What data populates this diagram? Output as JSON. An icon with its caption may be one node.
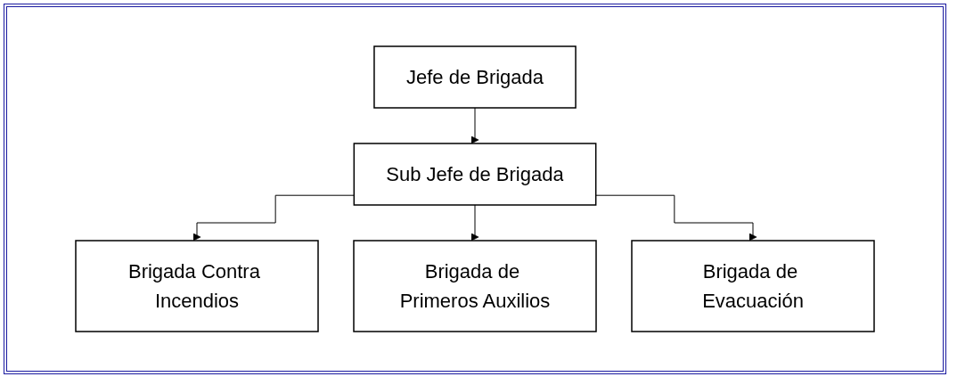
{
  "diagram": {
    "nodes": [
      {
        "text": [
          "Jefe de Brigada"
        ]
      },
      {
        "text": [
          "Sub Jefe de Brigada"
        ]
      },
      {
        "text": [
          "Brigada Contra Incendios"
        ]
      },
      {
        "text": [
          "Brigada de Primeros Auxilios"
        ]
      },
      {
        "text": [
          "Brigada de Evacuación"
        ]
      }
    ],
    "edges": [
      {
        "from": 0,
        "to": 1,
        "arrow": "to"
      },
      {
        "from": 1,
        "to": 2,
        "arrow": "to"
      },
      {
        "from": 1,
        "to": 3,
        "arrow": "to"
      },
      {
        "from": 1,
        "to": 4,
        "arrow": "to"
      }
    ]
  }
}
